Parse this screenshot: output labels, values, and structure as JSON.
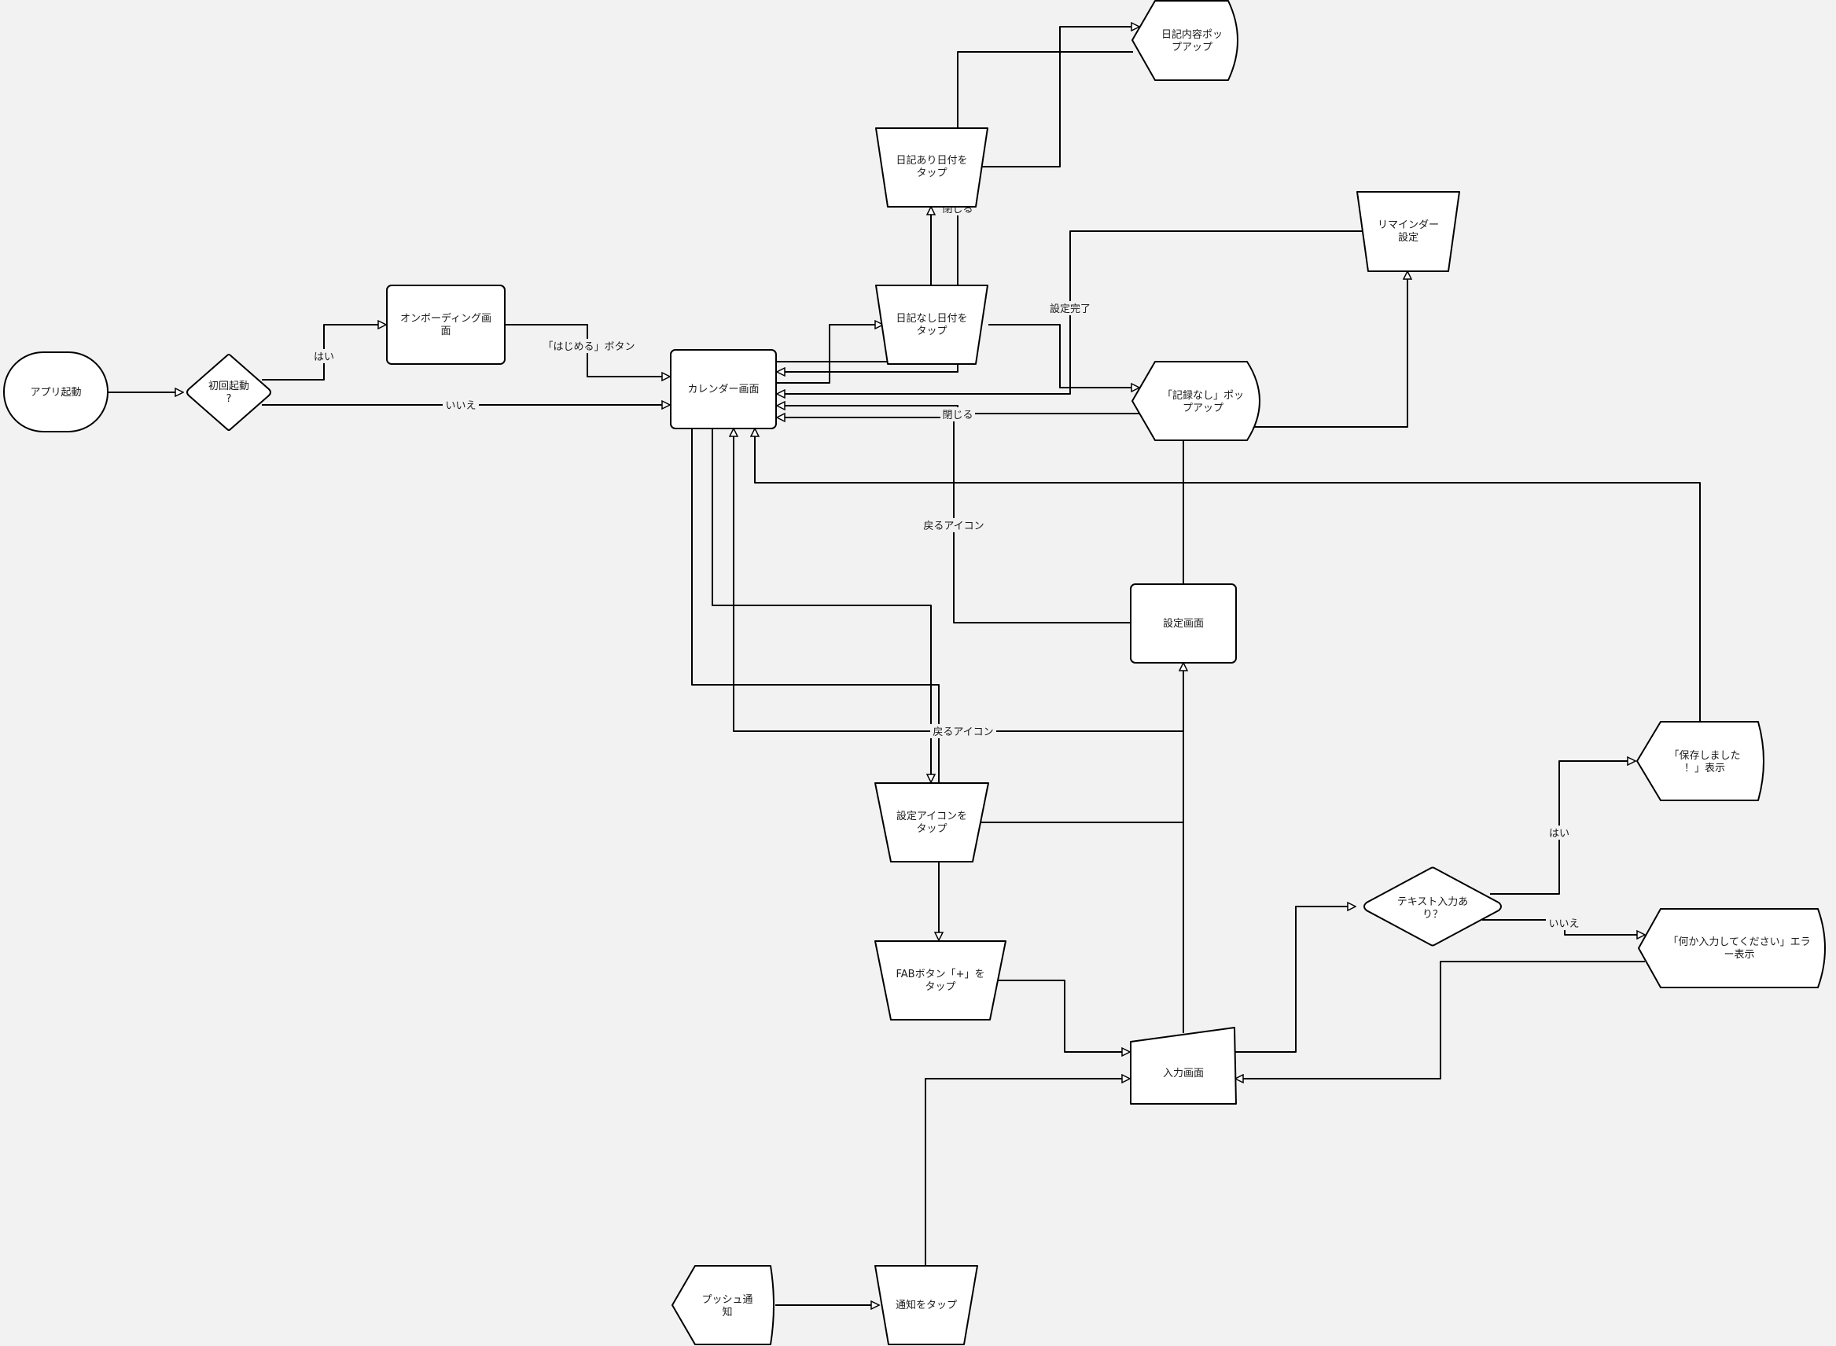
{
  "colors": {
    "background": "#f2f2f2",
    "node_fill": "#ffffff",
    "stroke": "#000000",
    "text": "#1a1a1a"
  },
  "nodes": {
    "app_launch": "アプリ起動",
    "first_launch": [
      "初回起動",
      "?"
    ],
    "onboarding": [
      "オンボーディング画",
      "面"
    ],
    "calendar": "カレンダー画面",
    "tap_diary_date": [
      "日記あり日付を",
      "タップ"
    ],
    "diary_popup": [
      "日記内容ポッ",
      "プアップ"
    ],
    "tap_no_diary_date": [
      "日記なし日付を",
      "タップ"
    ],
    "no_record_popup": [
      "「記録なし」ポッ",
      "プアップ"
    ],
    "reminder": [
      "リマインダー",
      "設定"
    ],
    "settings": "設定画面",
    "tap_settings_icon": [
      "設定アイコンを",
      "タップ"
    ],
    "tap_fab": [
      "FABボタン「+」を",
      "タップ"
    ],
    "input_screen": "入力画面",
    "text_check": [
      "テキスト入力あ",
      "り？"
    ],
    "saved": [
      "「保存しました",
      "！」表示"
    ],
    "error": [
      "「何か入力してください」エラ",
      "ー表示"
    ],
    "push": [
      "プッシュ通",
      "知"
    ],
    "tap_notification": "通知をタップ"
  },
  "edge_labels": {
    "yes_onboarding": "はい",
    "no_calendar": "いいえ",
    "start_button": "「はじめる」ボタン",
    "close_diary": "閉じる",
    "setting_done": "設定完了",
    "close_no_record": "閉じる",
    "back_settings": "戻るアイコン",
    "back_input": "戻るアイコン",
    "yes_saved": "はい",
    "no_error": "いいえ"
  }
}
